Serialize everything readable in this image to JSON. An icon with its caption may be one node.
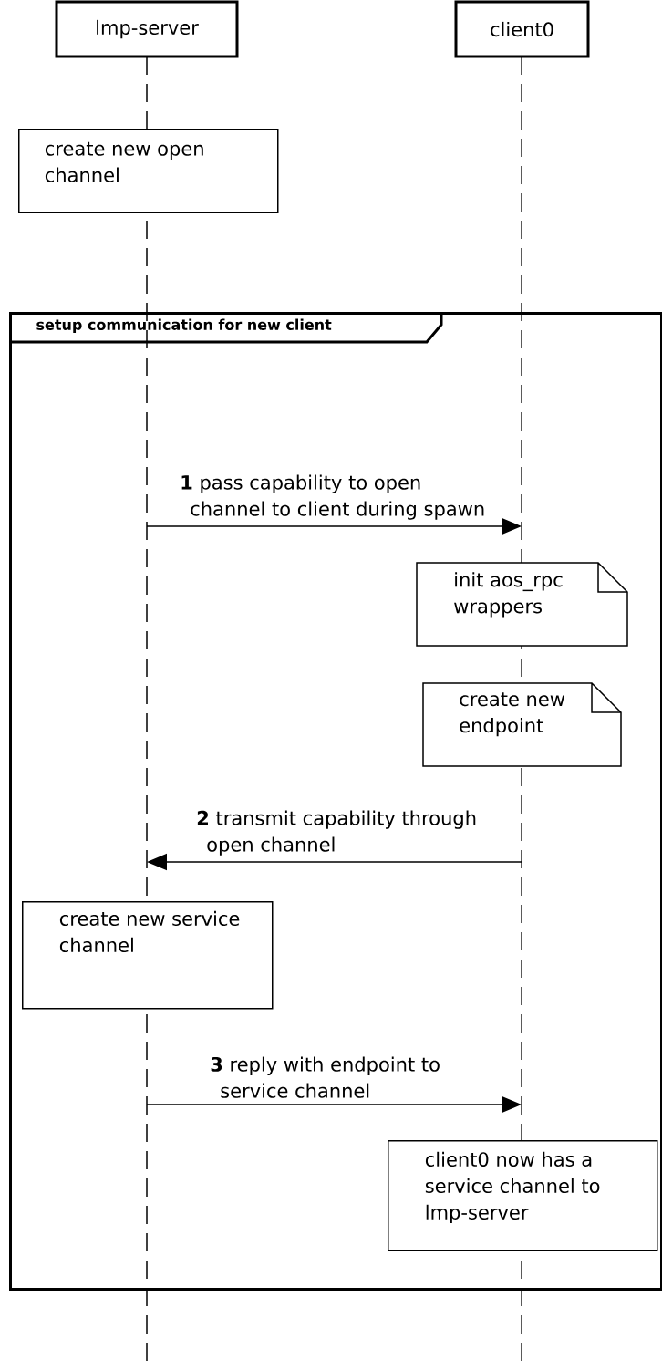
{
  "diagram": {
    "nodes": [
      {
        "text": [
          "lmp-server"
        ]
      },
      {
        "text": [
          "client0"
        ]
      },
      {
        "text": [
          "create new open channel"
        ]
      },
      {
        "text": [
          "setup communication for new client"
        ]
      },
      {
        "text": [
          "init aos_rpc wrappers"
        ],
        "in": 3
      },
      {
        "text": [
          "create new endpoint"
        ],
        "in": 3
      },
      {
        "text": [
          "create new service channel"
        ],
        "in": 3
      },
      {
        "text": [
          "client0 now has a service channel to lmp-server"
        ],
        "in": 3
      },
      {
        "text": [],
        "shape": "line"
      },
      {
        "text": [],
        "shape": "line"
      }
    ],
    "edges": [
      {
        "from": 8,
        "to": 9,
        "arrow": "to",
        "label": "**1** pass capability to open channel to client during spawn"
      },
      {
        "from": 9,
        "to": 8,
        "arrow": "to",
        "label": "**2** transmit capability through open channel"
      },
      {
        "from": 8,
        "to": 9,
        "arrow": "to",
        "label": "**3** reply with endpoint to service channel"
      }
    ]
  }
}
